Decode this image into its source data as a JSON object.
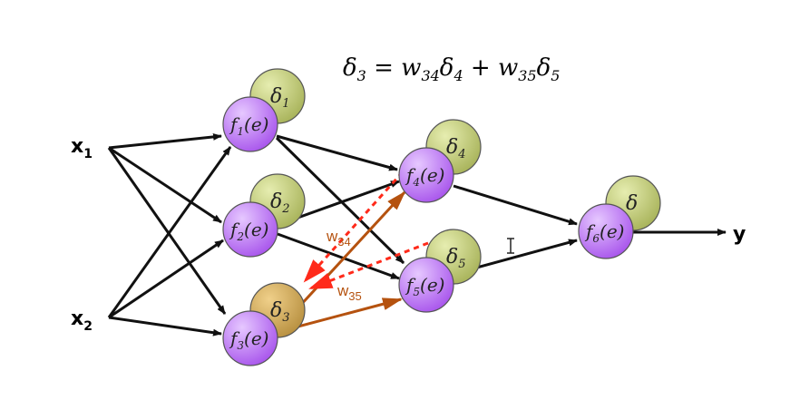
{
  "formula": {
    "lhs": "δ",
    "lhs_sub": "3",
    "eq": " = ",
    "w1": "w",
    "w1_sub": "34",
    "d1": "δ",
    "d1_sub": "4",
    "plus": " + ",
    "w2": "w",
    "w2_sub": "35",
    "d2": "δ",
    "d2_sub": "5"
  },
  "inputs": [
    {
      "label": "x",
      "sub": "1"
    },
    {
      "label": "x",
      "sub": "2"
    }
  ],
  "output": {
    "label": "y"
  },
  "nodes": [
    {
      "f": "f",
      "sub": "1",
      "arg": "(e)",
      "delta": "δ",
      "dsub": "1"
    },
    {
      "f": "f",
      "sub": "2",
      "arg": "(e)",
      "delta": "δ",
      "dsub": "2"
    },
    {
      "f": "f",
      "sub": "3",
      "arg": "(e)",
      "delta": "δ",
      "dsub": "3"
    },
    {
      "f": "f",
      "sub": "4",
      "arg": "(e)",
      "delta": "δ",
      "dsub": "4"
    },
    {
      "f": "f",
      "sub": "5",
      "arg": "(e)",
      "delta": "δ",
      "dsub": "5"
    },
    {
      "f": "f",
      "sub": "6",
      "arg": "(e)",
      "delta": "δ",
      "dsub": ""
    }
  ],
  "weights": [
    {
      "w": "w",
      "sub": "34"
    },
    {
      "w": "w",
      "sub": "35"
    }
  ],
  "colors": {
    "neuron": "#b36cf0",
    "delta": "#c8d27a",
    "delta3": "#d8b060",
    "forward": "#111111",
    "weight": "#b5520f",
    "backprop": "#ff2a1a"
  }
}
